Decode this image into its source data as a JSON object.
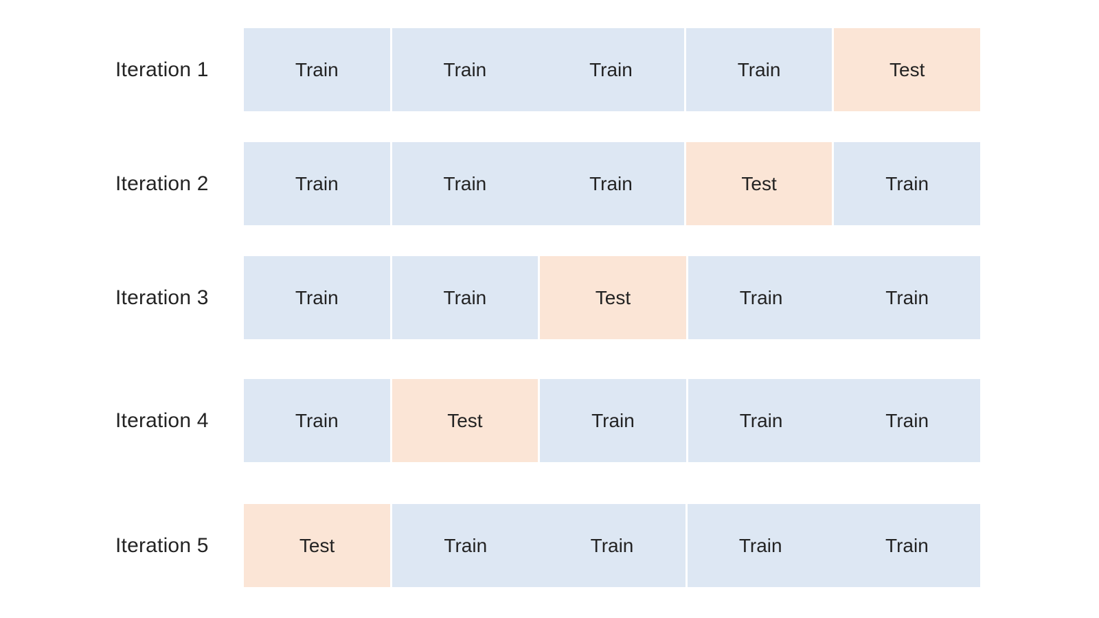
{
  "diagram": {
    "kind": "k-fold cross-validation",
    "folds_per_iteration": 5,
    "colors": {
      "train_fill": "#dde7f3",
      "test_fill": "#fbe5d6",
      "label_text": "#232323",
      "background": "#ffffff"
    },
    "iterations": [
      {
        "label": "Iteration 1",
        "test_fold": 5,
        "segments": [
          {
            "type": "train",
            "labels": [
              "Train"
            ]
          },
          {
            "type": "train",
            "labels": [
              "Train",
              "Train"
            ]
          },
          {
            "type": "train",
            "labels": [
              "Train"
            ]
          },
          {
            "type": "test",
            "labels": [
              "Test"
            ]
          }
        ]
      },
      {
        "label": "Iteration 2",
        "test_fold": 4,
        "segments": [
          {
            "type": "train",
            "labels": [
              "Train"
            ]
          },
          {
            "type": "train",
            "labels": [
              "Train",
              "Train"
            ]
          },
          {
            "type": "test",
            "labels": [
              "Test"
            ]
          },
          {
            "type": "train",
            "labels": [
              "Train"
            ]
          }
        ]
      },
      {
        "label": "Iteration 3",
        "test_fold": 3,
        "segments": [
          {
            "type": "train",
            "labels": [
              "Train"
            ]
          },
          {
            "type": "train",
            "labels": [
              "Train"
            ]
          },
          {
            "type": "test",
            "labels": [
              "Test"
            ]
          },
          {
            "type": "train",
            "labels": [
              "Train",
              "Train"
            ]
          }
        ]
      },
      {
        "label": "Iteration 4",
        "test_fold": 2,
        "segments": [
          {
            "type": "train",
            "labels": [
              "Train"
            ]
          },
          {
            "type": "test",
            "labels": [
              "Test"
            ]
          },
          {
            "type": "train",
            "labels": [
              "Train"
            ]
          },
          {
            "type": "train",
            "labels": [
              "Train",
              "Train"
            ]
          }
        ]
      },
      {
        "label": "Iteration 5",
        "test_fold": 1,
        "segments": [
          {
            "type": "test",
            "labels": [
              "Test"
            ]
          },
          {
            "type": "train",
            "labels": [
              "Train",
              "Train"
            ]
          },
          {
            "type": "train",
            "labels": [
              "Train",
              "Train"
            ]
          }
        ]
      }
    ]
  }
}
